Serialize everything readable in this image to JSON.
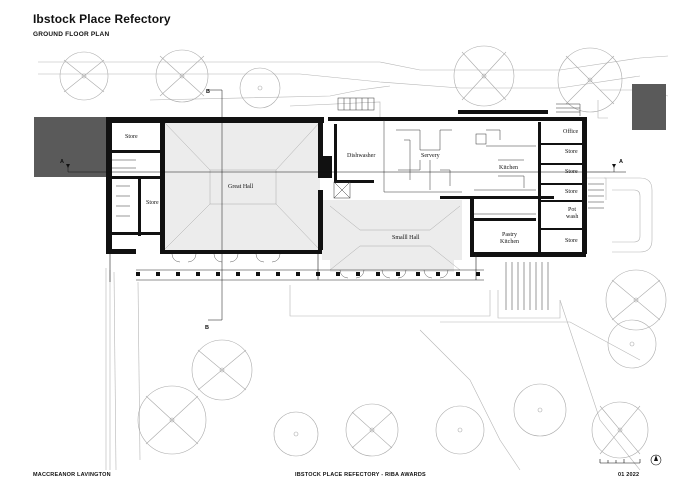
{
  "header": {
    "title": "Ibstock Place Refectory",
    "subtitle": "GROUND FLOOR PLAN"
  },
  "rooms": {
    "store_top_left": "Store",
    "store_left": "Store",
    "great_hall": "Great Hall",
    "dishwasher": "Dishwasher",
    "servery": "Servery",
    "kitchen": "Kitchen",
    "small_hall": "Smalll Hall",
    "pastry_line1": "Pastry",
    "pastry_line2": "Kitchen",
    "office": "Office",
    "store_r1": "Store",
    "store_r2": "Store",
    "store_r3": "Store",
    "pot_line1": "Pot",
    "pot_line2": "wash",
    "store_r4": "Store"
  },
  "section_markers": {
    "a_left": "A",
    "a_right": "A",
    "b_top": "B",
    "b_bottom": "B"
  },
  "footer": {
    "left": "MACCREANOR LAVINGTON",
    "center": "IBSTOCK PLACE REFECTORY - RIBA AWARDS",
    "right": "01 2022"
  },
  "colors": {
    "wall": "#111111",
    "floor": "#ececec",
    "neighbour": "#5a5a5a",
    "landscape": "#b5b5b5"
  }
}
